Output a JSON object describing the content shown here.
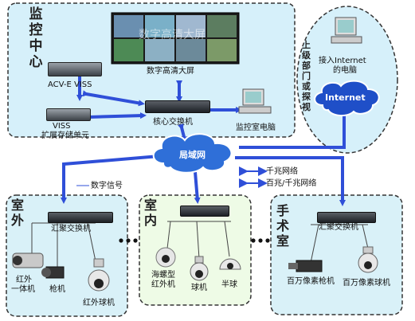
{
  "panels": {
    "monitor_center": {
      "title": "监控中心"
    },
    "superior": {
      "title": "上级部门或探视"
    },
    "outdoor": {
      "title": "室外"
    },
    "indoor": {
      "title": "室内"
    },
    "surgery": {
      "title": "手术室"
    }
  },
  "nodes": {
    "video_wall": "数字高清大屏",
    "wall_watermark": "数字高清大屏",
    "acv_viss": "ACV-E VISS",
    "viss_storage_line1": "VISS",
    "viss_storage_line2": "扩展存储单元",
    "core_switch": "核心交换机",
    "monitor_pc": "监控室电脑",
    "internet_pc_line1": "接入Internet",
    "internet_pc_line2": "的电脑",
    "internet_cloud": "Internet",
    "lan_cloud": "局域网",
    "agg_switch_outdoor": "汇聚交换机",
    "agg_switch_surgery": "汇聚交换机",
    "ir_integrated_line1": "红外",
    "ir_integrated_line2": "一体机",
    "bullet_cam": "枪机",
    "ir_dome": "红外球机",
    "conch_ir_line1": "海螺型",
    "conch_ir_line2": "红外机",
    "dome_cam": "球机",
    "half_dome": "半球",
    "mp_bullet": "百万像素枪机",
    "mp_dome": "百万像素球机"
  },
  "legend": {
    "digital_signal": "数字信号",
    "gigabit": "千兆网络",
    "mixed": "百兆/千兆网络"
  },
  "colors": {
    "link_blue": "#2f4fd8",
    "outdoor_bg": "#d9f1f8",
    "indoor_bg": "#eefbe6",
    "surgery_bg": "#d9f1f8",
    "center_bg": "#d6f0fa"
  }
}
